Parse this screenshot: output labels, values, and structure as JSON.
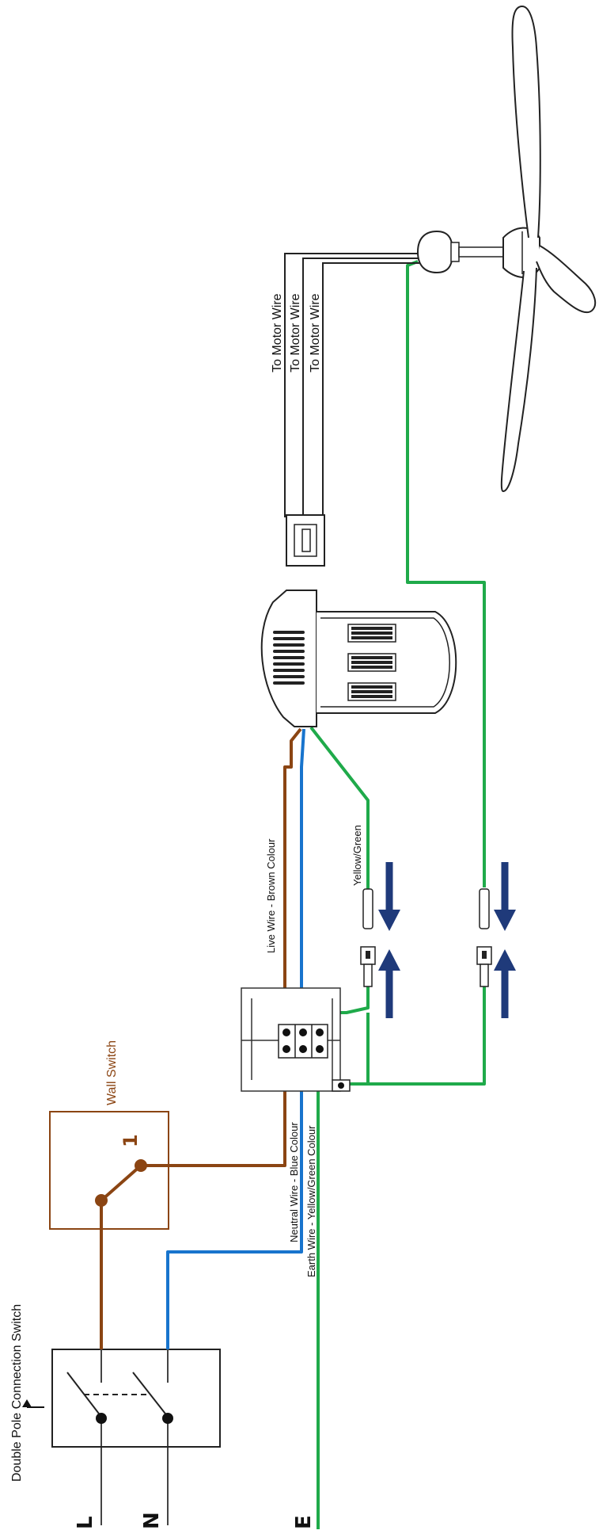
{
  "labels": {
    "double_pole": "Double Pole Connection Switch",
    "wall_switch": "Wall Switch",
    "switch_position": "1",
    "live_wire": "Live Wire - Brown Colour",
    "neutral_wire": "Neutral Wire - Blue Colour",
    "earth_wire": "Earth Wire - Yellow/Green Colour",
    "yellow_green": "Yellow/Green",
    "motor_wire_1": "To Motor Wire",
    "motor_wire_2": "To Motor Wire",
    "motor_wire_3": "To Motor Wire",
    "terminal_l": "L",
    "terminal_n": "N",
    "terminal_e": "E"
  },
  "colors": {
    "live": "#8B4513",
    "neutral": "#1874CD",
    "earth": "#1FAA4A",
    "arrow": "#1F3A7A",
    "outline": "#222222"
  }
}
